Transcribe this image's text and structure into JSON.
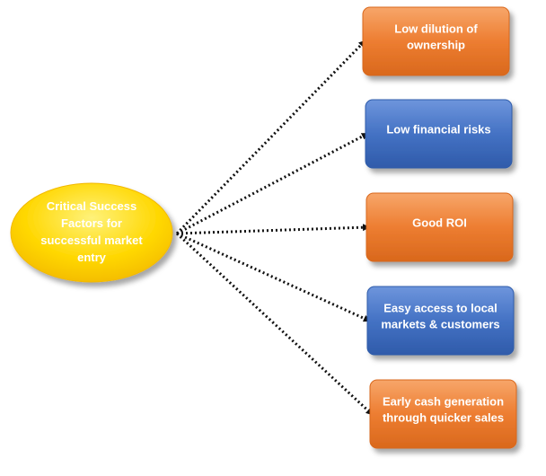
{
  "center": {
    "label_lines": [
      "Critical Success",
      "Factors for",
      "successful market",
      "entry"
    ]
  },
  "factors": [
    {
      "label_lines": [
        "Low dilution of",
        "ownership"
      ],
      "color": "orange"
    },
    {
      "label_lines": [
        "Low financial risks"
      ],
      "color": "blue"
    },
    {
      "label_lines": [
        "Good ROI"
      ],
      "color": "orange"
    },
    {
      "label_lines": [
        "Easy access to local",
        "markets & customers"
      ],
      "color": "blue"
    },
    {
      "label_lines": [
        "Early cash generation",
        "through quicker sales"
      ],
      "color": "orange"
    }
  ],
  "colors": {
    "orange": "#ED7D31",
    "orange_light": "#F7A66A",
    "orange_dark": "#D9681C",
    "blue": "#4472C4",
    "blue_light": "#6E95DC",
    "blue_dark": "#2F5BAA",
    "yellow_light": "#FFF27A",
    "yellow": "#FFD700",
    "yellow_dark": "#F2B800",
    "connector": "#111111"
  }
}
